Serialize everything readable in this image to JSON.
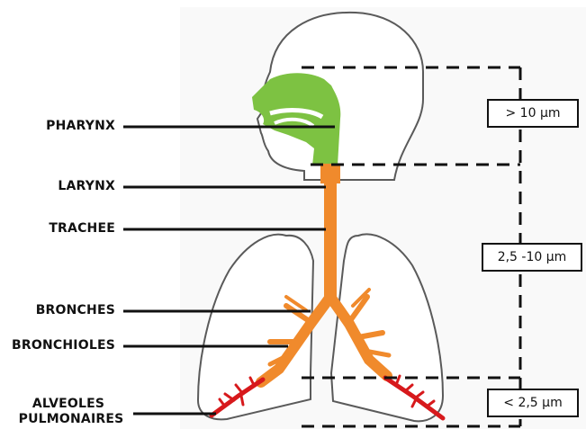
{
  "labels": {
    "pharynx": "PHARYNX",
    "larynx": "LARYNX",
    "trachee": "TRACHEE",
    "bronches": "BRONCHES",
    "bronchioles": "BRONCHIOLES",
    "alveoles_line1": "ALVEOLES",
    "alveoles_line2": "PULMONAIRES"
  },
  "particle_sizes": {
    "upper": "> 10 µm",
    "middle": "2,5 -10 µm",
    "lower": "< 2,5 µm"
  },
  "colors": {
    "nasal_region": "#7dc242",
    "airways": "#f08a2c",
    "alveoli": "#d7191c",
    "outline": "#555555",
    "leader_lines": "#111111"
  }
}
